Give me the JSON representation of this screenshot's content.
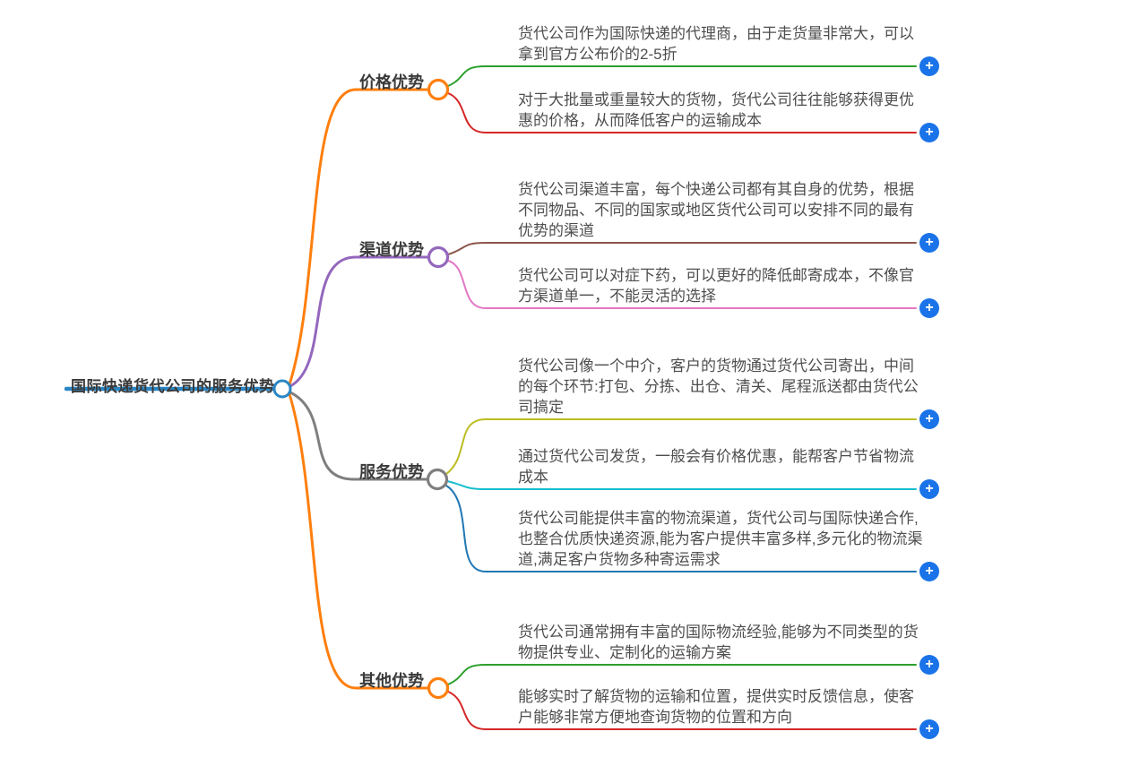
{
  "root": {
    "label": "国际快递货代公司的服务优势",
    "color": "#2a86c5"
  },
  "branches": [
    {
      "label": "价格优势",
      "color": "#ff7f0e",
      "children": [
        {
          "text": "货代公司作为国际快递的代理商，由于走货量非常大，可以拿到官方公布价的2-5折",
          "color": "#2ca02c"
        },
        {
          "text": "对于大批量或重量较大的货物，货代公司往往能够获得更优惠的价格，从而降低客户的运输成本",
          "color": "#d62728"
        }
      ]
    },
    {
      "label": "渠道优势",
      "color": "#9467bd",
      "children": [
        {
          "text": "货代公司渠道丰富，每个快递公司都有其自身的优势，根据不同物品、不同的国家或地区货代公司可以安排不同的最有优势的渠道",
          "color": "#8c564b"
        },
        {
          "text": "货代公司可以对症下药，可以更好的降低邮寄成本，不像官方渠道单一，不能灵活的选择",
          "color": "#e377c2"
        }
      ]
    },
    {
      "label": "服务优势",
      "color": "#7f7f7f",
      "children": [
        {
          "text": "货代公司像一个中介，客户的货物通过货代公司寄出，中间的每个环节:打包、分拣、出仓、清关、尾程派送都由货代公司搞定",
          "color": "#bcbd22"
        },
        {
          "text": "通过货代公司发货，一般会有价格优惠，能帮客户节省物流成本",
          "color": "#17becf"
        },
        {
          "text": "货代公司能提供丰富的物流渠道，货代公司与国际快递合作,也整合优质快递资源,能为客户提供丰富多样,多元化的物流渠道,满足客户货物多种寄运需求",
          "color": "#1f77b4"
        }
      ]
    },
    {
      "label": "其他优势",
      "color": "#ff7f0e",
      "children": [
        {
          "text": "货代公司通常拥有丰富的国际物流经验,能够为不同类型的货物提供专业、定制化的运输方案",
          "color": "#2ca02c"
        },
        {
          "text": "能够实时了解货物的运输和位置，提供实时反馈信息，使客户能够非常方便地查询货物的位置和方向",
          "color": "#d62728"
        }
      ]
    }
  ],
  "expand_button": {
    "symbol": "+",
    "color": "#1a73e8"
  }
}
